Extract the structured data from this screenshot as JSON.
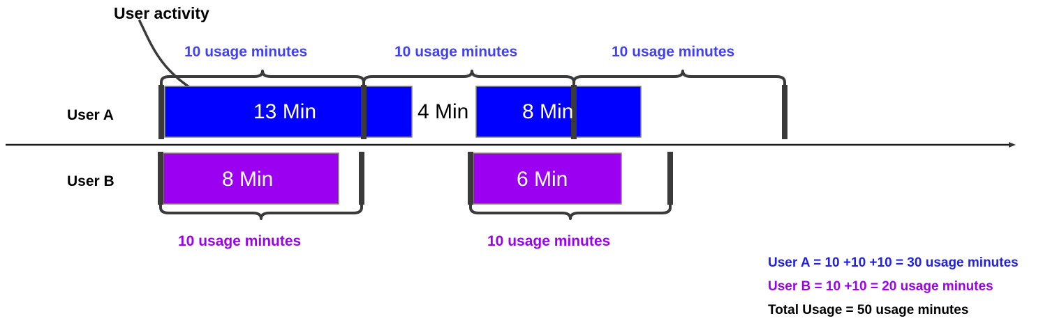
{
  "diagram": {
    "title_callout": "User activity",
    "axis_rows": [
      {
        "label": "User A"
      },
      {
        "label": "User B"
      }
    ],
    "colors": {
      "user_a": "#0000FF",
      "user_b": "#9B00F0",
      "brace": "#3a3a3a",
      "axis": "#1a1a1a",
      "gap_text": "#000000"
    },
    "user_a": {
      "label": "User A",
      "bars": [
        {
          "text": "13 Min",
          "minutes": 13
        },
        {
          "text": "8 Min",
          "minutes": 8
        }
      ],
      "gaps": [
        {
          "text": "4 Min",
          "minutes": 4
        }
      ],
      "braces": [
        {
          "label": "10 usage minutes",
          "minutes": 10
        },
        {
          "label": "10 usage minutes",
          "minutes": 10
        },
        {
          "label": "10 usage minutes",
          "minutes": 10
        }
      ]
    },
    "user_b": {
      "label": "User B",
      "bars": [
        {
          "text": "8 Min",
          "minutes": 8
        },
        {
          "text": "6 Min",
          "minutes": 6
        }
      ],
      "braces": [
        {
          "label": "10 usage minutes",
          "minutes": 10
        },
        {
          "label": "10 usage minutes",
          "minutes": 10
        }
      ]
    },
    "legend": [
      {
        "text": "User A = 10 +10 +10 = 30 usage minutes",
        "color": "#2020e8"
      },
      {
        "text": "User B = 10 +10 = 20 usage minutes",
        "color": "#9b00f0"
      },
      {
        "text": "Total Usage = 50 usage minutes",
        "color": "#000000"
      }
    ]
  },
  "chart_data": {
    "type": "bar",
    "title": "User activity",
    "xlabel": "",
    "ylabel": "",
    "series": [
      {
        "name": "User A",
        "color": "#0000FF",
        "segments": [
          {
            "label": "13 Min",
            "value": 13
          },
          {
            "label": "4 Min",
            "value": 4,
            "gap": true
          },
          {
            "label": "8 Min",
            "value": 8
          }
        ],
        "billing_buckets": [
          10,
          10,
          10
        ],
        "total": 30
      },
      {
        "name": "User B",
        "color": "#9B00F0",
        "segments": [
          {
            "label": "8 Min",
            "value": 8
          },
          {
            "label": "6 Min",
            "value": 6
          }
        ],
        "billing_buckets": [
          10,
          10
        ],
        "total": 20
      }
    ],
    "total_usage": 50
  }
}
